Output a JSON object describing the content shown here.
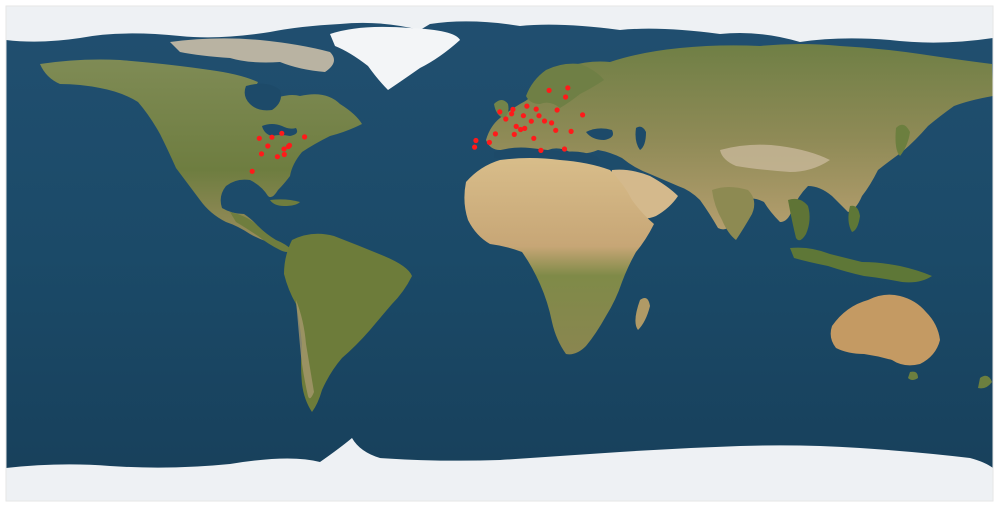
{
  "map": {
    "projection": "equirectangular",
    "colors": {
      "ocean": "#1f4e6e",
      "ocean_deep": "#163d58",
      "land_green": "#6b7d3c",
      "land_desert": "#c9ad7c",
      "ice": "#eef2f6",
      "marker": "#ff1a1a"
    },
    "markers": [
      {
        "region": "north-america",
        "lon": -83.0,
        "lat": 42.3
      },
      {
        "region": "north-america",
        "lon": -79.4,
        "lat": 43.7
      },
      {
        "region": "north-america",
        "lon": -71.1,
        "lat": 42.4
      },
      {
        "region": "north-america",
        "lon": -87.6,
        "lat": 41.9
      },
      {
        "region": "north-america",
        "lon": -84.5,
        "lat": 39.1
      },
      {
        "region": "north-america",
        "lon": -86.8,
        "lat": 36.2
      },
      {
        "region": "north-america",
        "lon": -78.6,
        "lat": 38.0
      },
      {
        "region": "north-america",
        "lon": -77.0,
        "lat": 38.9
      },
      {
        "region": "north-america",
        "lon": -76.6,
        "lat": 39.3
      },
      {
        "region": "north-america",
        "lon": -81.0,
        "lat": 35.2
      },
      {
        "region": "north-america",
        "lon": -90.2,
        "lat": 29.9
      },
      {
        "region": "north-america",
        "lon": -78.5,
        "lat": 36.0
      },
      {
        "region": "europe",
        "lon": -8.6,
        "lat": 41.1
      },
      {
        "region": "europe",
        "lon": -9.1,
        "lat": 38.7
      },
      {
        "region": "europe",
        "lon": -3.7,
        "lat": 40.4
      },
      {
        "region": "europe",
        "lon": -1.5,
        "lat": 43.5
      },
      {
        "region": "europe",
        "lon": 2.3,
        "lat": 48.9
      },
      {
        "region": "europe",
        "lon": 4.4,
        "lat": 50.8
      },
      {
        "region": "europe",
        "lon": 4.9,
        "lat": 52.4
      },
      {
        "region": "europe",
        "lon": 0.1,
        "lat": 51.5
      },
      {
        "region": "europe",
        "lon": 8.7,
        "lat": 50.1
      },
      {
        "region": "europe",
        "lon": 13.4,
        "lat": 52.5
      },
      {
        "region": "europe",
        "lon": 11.6,
        "lat": 48.1
      },
      {
        "region": "europe",
        "lon": 9.2,
        "lat": 45.5
      },
      {
        "region": "europe",
        "lon": 12.5,
        "lat": 41.9
      },
      {
        "region": "europe",
        "lon": 16.4,
        "lat": 48.2
      },
      {
        "region": "europe",
        "lon": 19.0,
        "lat": 47.5
      },
      {
        "region": "europe",
        "lon": 21.0,
        "lat": 52.2
      },
      {
        "region": "europe",
        "lon": 14.4,
        "lat": 50.1
      },
      {
        "region": "europe",
        "lon": 24.9,
        "lat": 60.2
      },
      {
        "region": "europe",
        "lon": 18.1,
        "lat": 59.3
      },
      {
        "region": "europe",
        "lon": 26.1,
        "lat": 44.4
      },
      {
        "region": "europe",
        "lon": 23.7,
        "lat": 38.0
      },
      {
        "region": "europe",
        "lon": 10.0,
        "lat": 53.6
      },
      {
        "region": "europe",
        "lon": 6.1,
        "lat": 46.2
      },
      {
        "region": "europe",
        "lon": 5.4,
        "lat": 43.3
      },
      {
        "region": "europe",
        "lon": 15.1,
        "lat": 37.5
      },
      {
        "region": "europe",
        "lon": 30.3,
        "lat": 50.4
      },
      {
        "region": "europe",
        "lon": 24.1,
        "lat": 56.9
      },
      {
        "region": "europe",
        "lon": 20.5,
        "lat": 44.8
      },
      {
        "region": "europe",
        "lon": 7.7,
        "lat": 45.1
      }
    ]
  }
}
